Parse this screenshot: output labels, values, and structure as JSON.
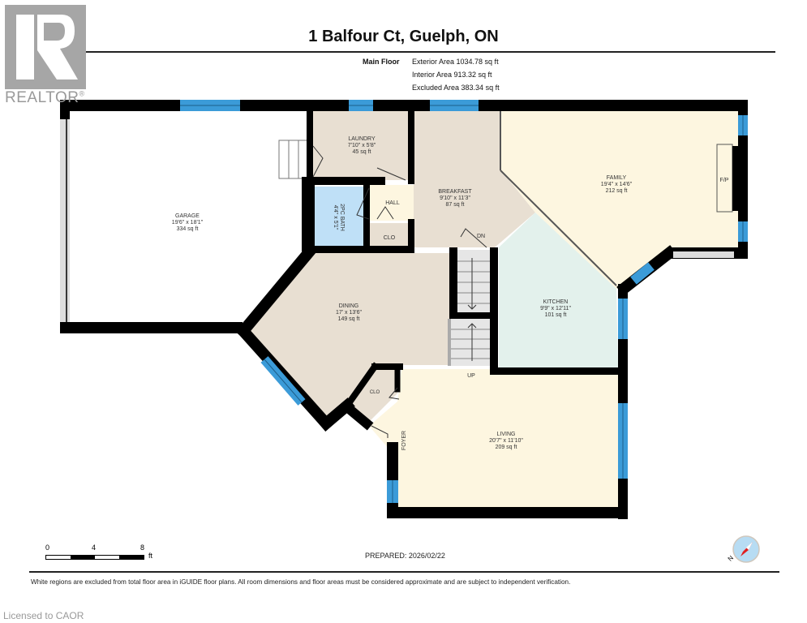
{
  "header": {
    "title": "1 Balfour Ct, Guelph, ON",
    "floor_label": "Main Floor",
    "areas": [
      "Exterior Area 1034.78 sq ft",
      "Interior Area 913.32 sq ft",
      "Excluded Area 383.34 sq ft"
    ]
  },
  "logo": {
    "text": "REALTOR",
    "mark": "®"
  },
  "rooms": {
    "garage": {
      "name": "GARAGE",
      "dims": "19'6\" x 18'1\"",
      "area": "334 sq ft"
    },
    "laundry": {
      "name": "LAUNDRY",
      "dims": "7'10\" x 5'8\"",
      "area": "45 sq ft"
    },
    "breakfast": {
      "name": "BREAKFAST",
      "dims": "9'10\" x 11'3\"",
      "area": "87 sq ft"
    },
    "family": {
      "name": "FAMILY",
      "dims": "19'4\" x 14'6\"",
      "area": "212 sq ft"
    },
    "bath": {
      "name": "2PC BATH",
      "dims": "4'4\" x 5'1\""
    },
    "hall": {
      "name": "HALL"
    },
    "clo1": {
      "name": "CLO"
    },
    "clo2": {
      "name": "CLO"
    },
    "dining": {
      "name": "DINING",
      "dims": "17' x 13'6\"",
      "area": "149 sq ft"
    },
    "kitchen": {
      "name": "KITCHEN",
      "dims": "9'9\" x 12'11\"",
      "area": "101 sq ft"
    },
    "living": {
      "name": "LIVING",
      "dims": "20'7\" x 11'10\"",
      "area": "209 sq ft"
    },
    "foyer": {
      "name": "FOYER"
    },
    "fireplace": {
      "name": "F/P"
    },
    "stairs_down": {
      "name": "DN"
    },
    "stairs_up": {
      "name": "UP"
    }
  },
  "scale": {
    "ticks": [
      "0",
      "4",
      "8"
    ],
    "unit": "ft"
  },
  "prepared": "PREPARED: 2026/02/22",
  "disclaimer": "White regions are excluded from total floor area in iGUIDE floor plans. All room dimensions and floor areas must be considered approximate and are subject to independent verification.",
  "licensed": "Licensed to CAOR",
  "compass": {
    "label": "N"
  },
  "colors": {
    "wall": "#000000",
    "window": "#3b9bd8",
    "garage": "#ffffff",
    "tan_room": "#e8dfd2",
    "family": "#fdf6e0",
    "living": "#fdf6e0",
    "kitchen": "#e3f1ec",
    "bath": "#bfe0f7",
    "hall": "#fdf6e0",
    "stairs": "#e6e6e6"
  }
}
